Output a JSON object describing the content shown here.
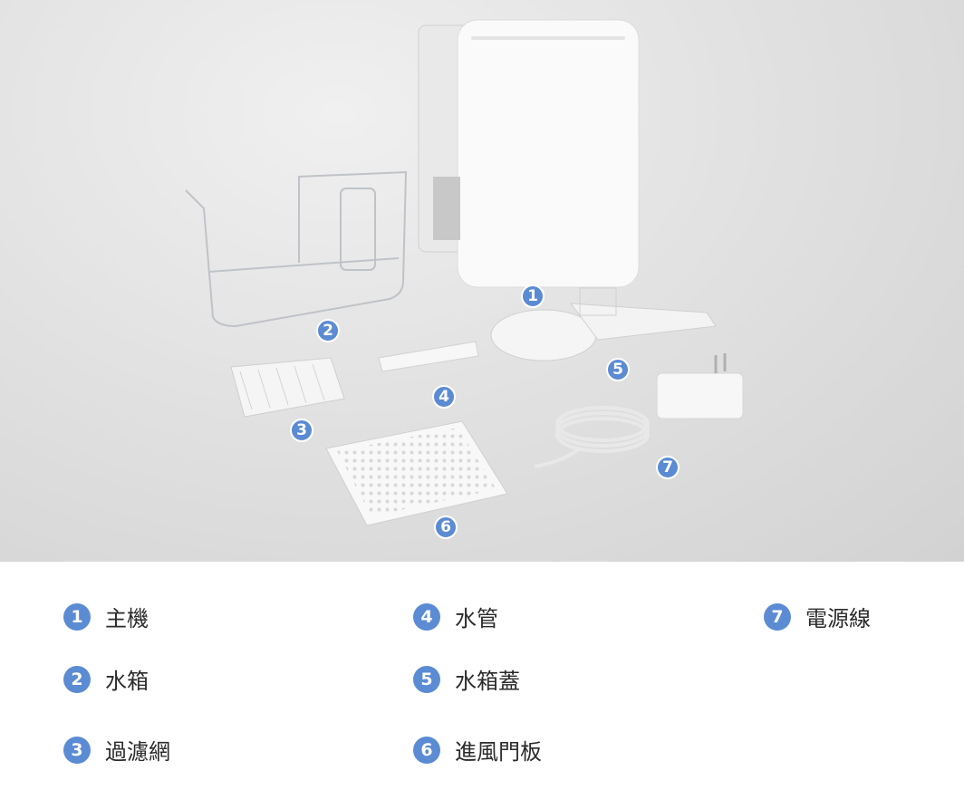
{
  "parts": [
    {
      "num": "1",
      "name": "主機"
    },
    {
      "num": "2",
      "name": "水箱"
    },
    {
      "num": "3",
      "name": "過濾網"
    },
    {
      "num": "4",
      "name": "水管"
    },
    {
      "num": "5",
      "name": "水箱蓋"
    },
    {
      "num": "6",
      "name": "進風門板"
    },
    {
      "num": "7",
      "name": "電源線"
    }
  ],
  "colors": {
    "badge": "#5b8bd3"
  }
}
